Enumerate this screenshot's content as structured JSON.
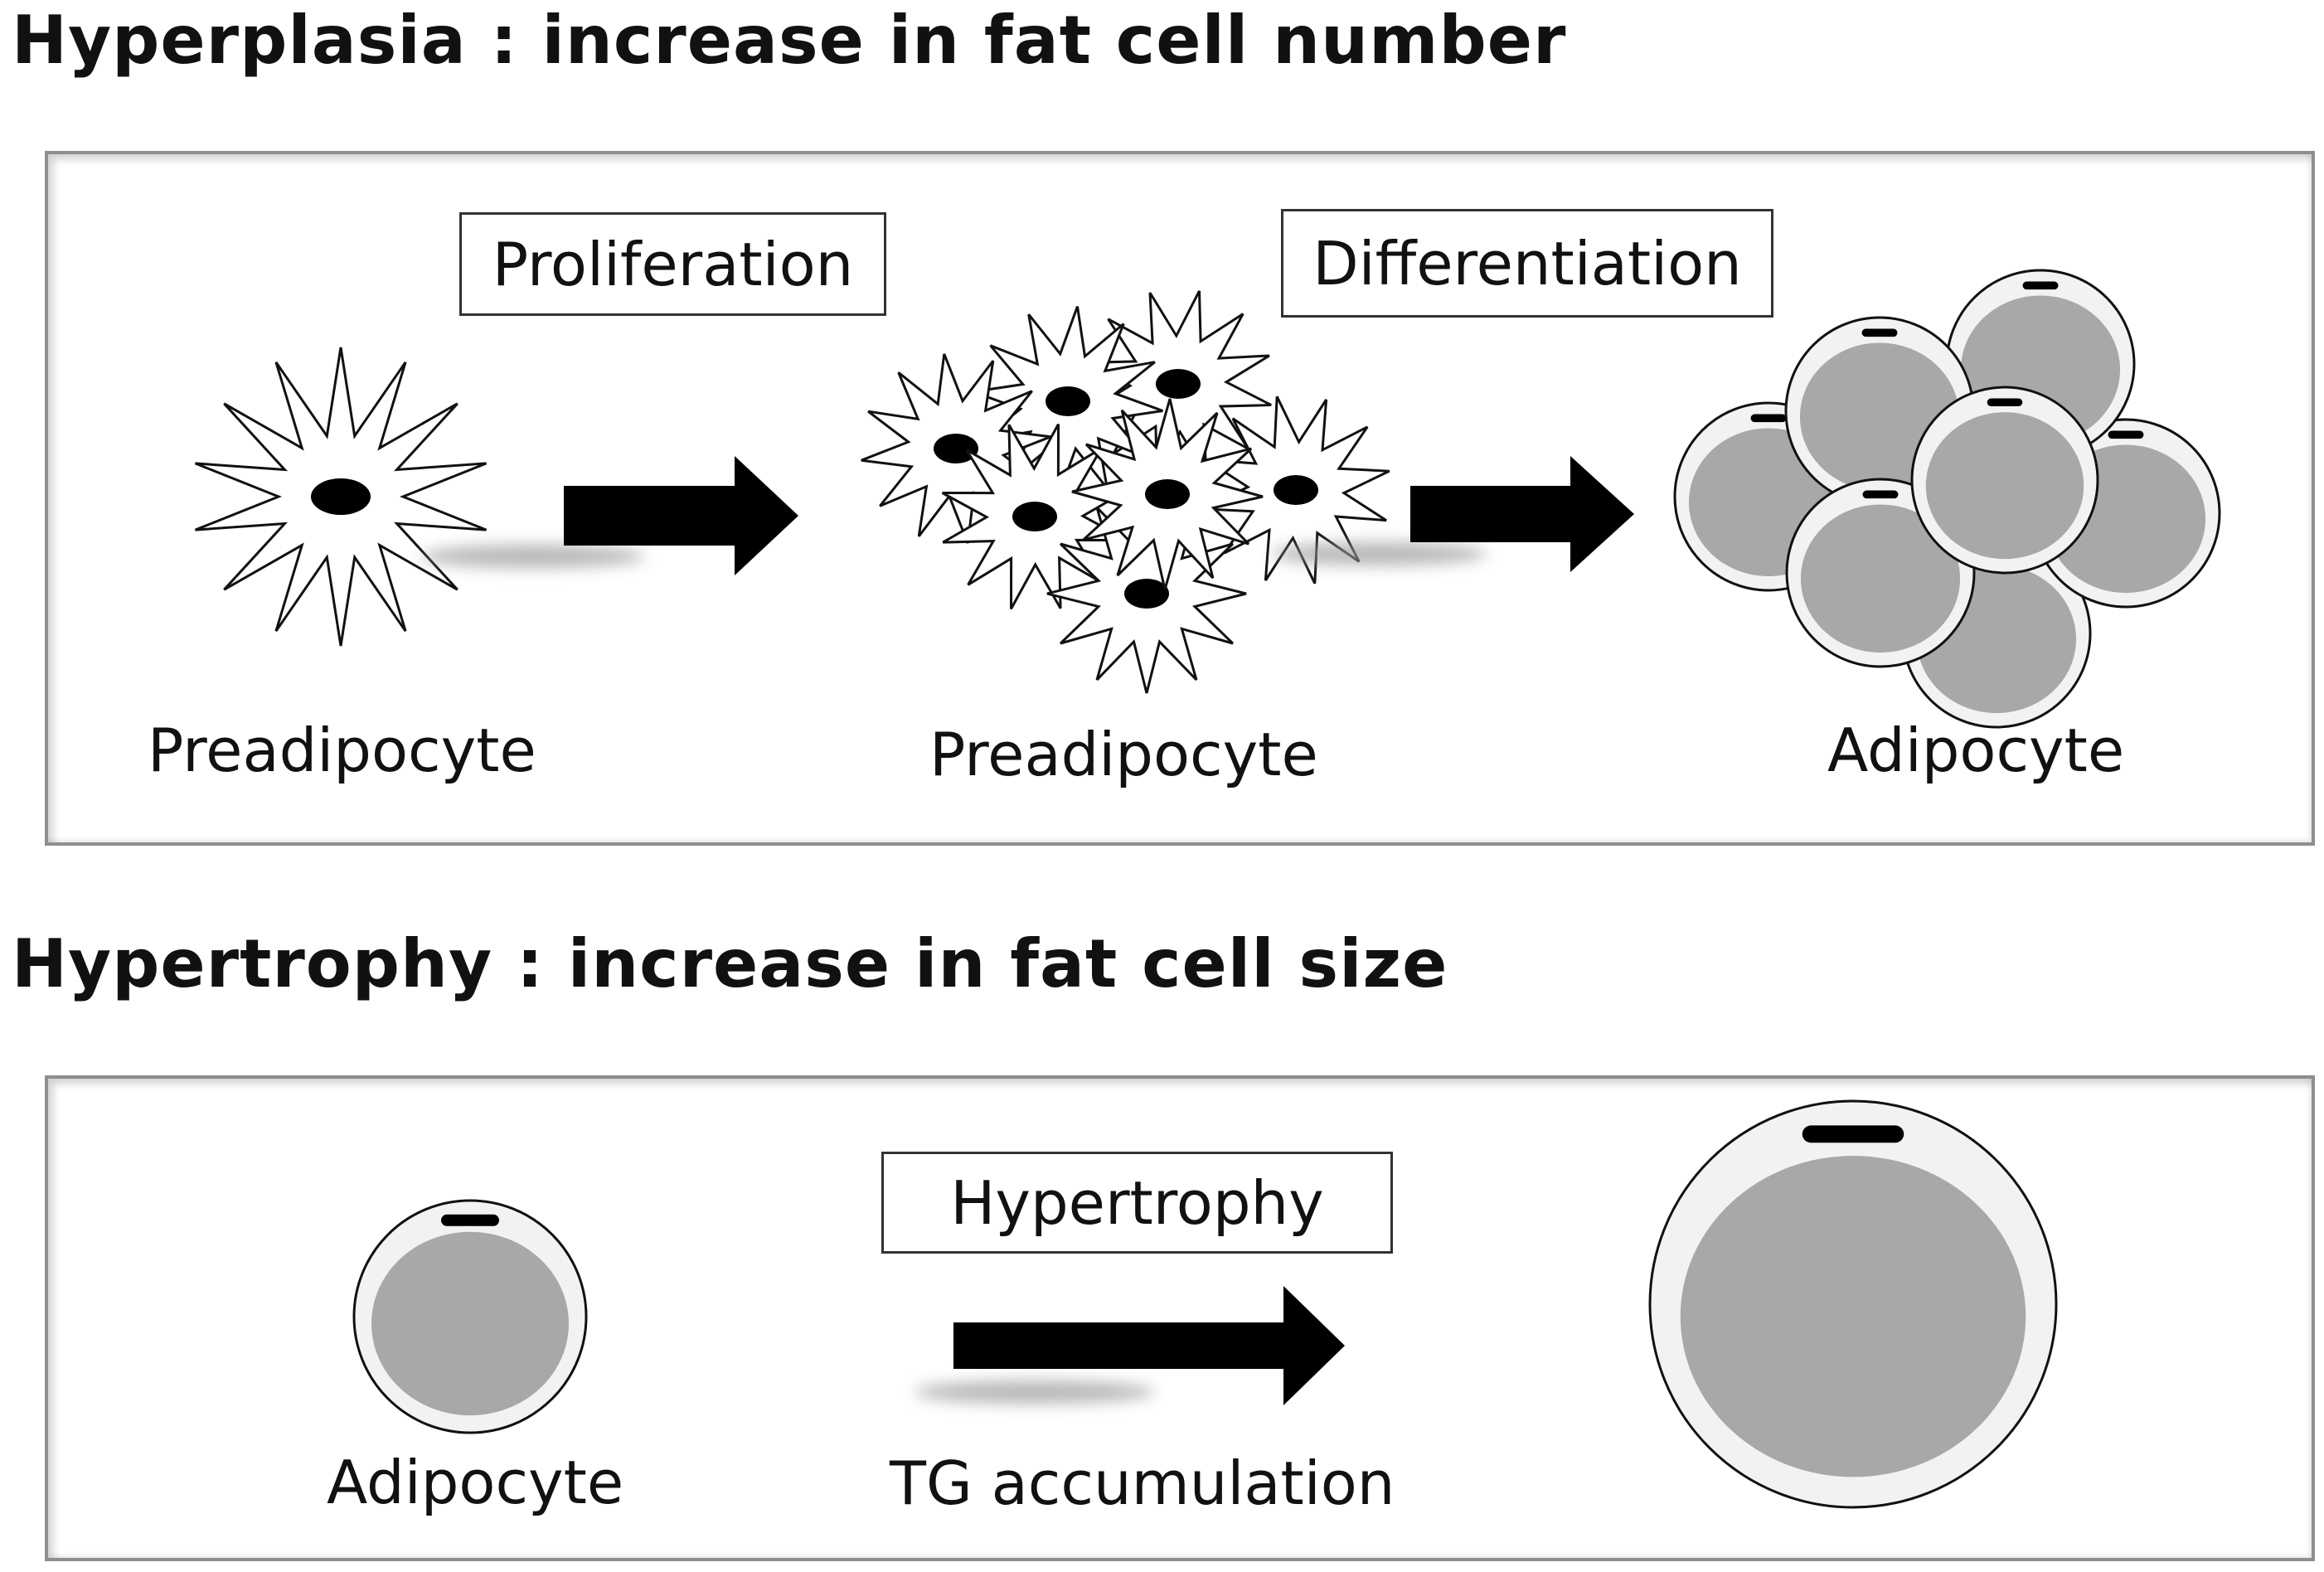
{
  "hyperplasia": {
    "heading": "Hyperplasia : increase in fat cell number",
    "steps": {
      "proliferation": "Proliferation",
      "differentiation": "Differentiation"
    },
    "labels": {
      "preadipocyte_single": "Preadipocyte",
      "preadipocyte_cluster": "Preadipocyte",
      "adipocyte_cluster": "Adipocyte"
    }
  },
  "hypertrophy": {
    "heading": "Hypertrophy : increase in fat cell size",
    "step": "Hypertrophy",
    "labels": {
      "adipocyte": "Adipocyte",
      "process": "TG accumulation"
    }
  },
  "colors": {
    "lipid": "#a8a8a8",
    "cytoplasm": "#f2f2f2",
    "nucleus": "#000000",
    "arrow": "#000000",
    "panel_border": "#8e8e8e"
  },
  "icons": [
    "preadipocyte-icon",
    "adipocyte-icon",
    "arrow-right-icon"
  ]
}
